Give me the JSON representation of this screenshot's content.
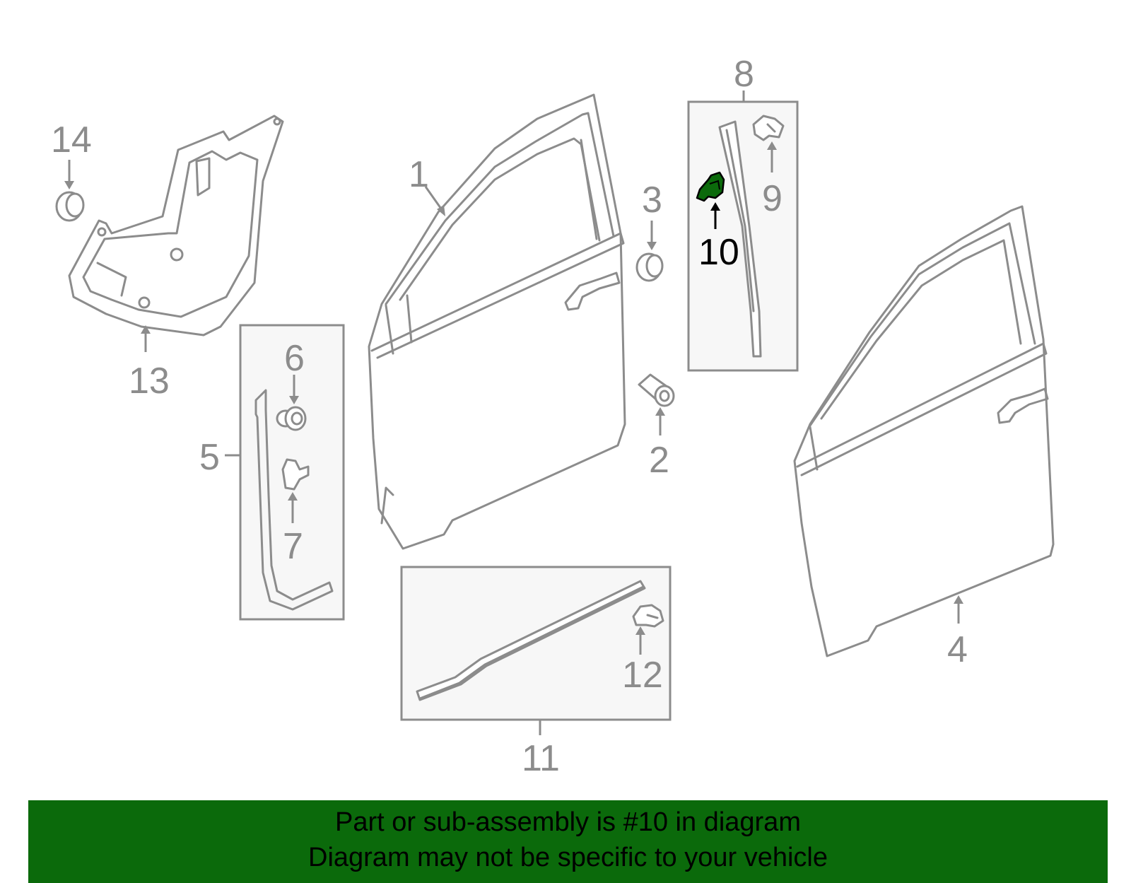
{
  "diagram": {
    "callouts": [
      {
        "number": "1",
        "highlighted": false
      },
      {
        "number": "2",
        "highlighted": false
      },
      {
        "number": "3",
        "highlighted": false
      },
      {
        "number": "4",
        "highlighted": false
      },
      {
        "number": "5",
        "highlighted": false
      },
      {
        "number": "6",
        "highlighted": false
      },
      {
        "number": "7",
        "highlighted": false
      },
      {
        "number": "8",
        "highlighted": false
      },
      {
        "number": "9",
        "highlighted": false
      },
      {
        "number": "10",
        "highlighted": true
      },
      {
        "number": "11",
        "highlighted": false
      },
      {
        "number": "12",
        "highlighted": false
      },
      {
        "number": "13",
        "highlighted": false
      },
      {
        "number": "14",
        "highlighted": false
      }
    ],
    "highlight_color": "#0b6a0b",
    "line_color": "#8c8c8c"
  },
  "banner": {
    "line1": "Part or sub-assembly is #10 in diagram",
    "line2": "Diagram may not be specific to your vehicle",
    "background": "#0b6a0b"
  }
}
